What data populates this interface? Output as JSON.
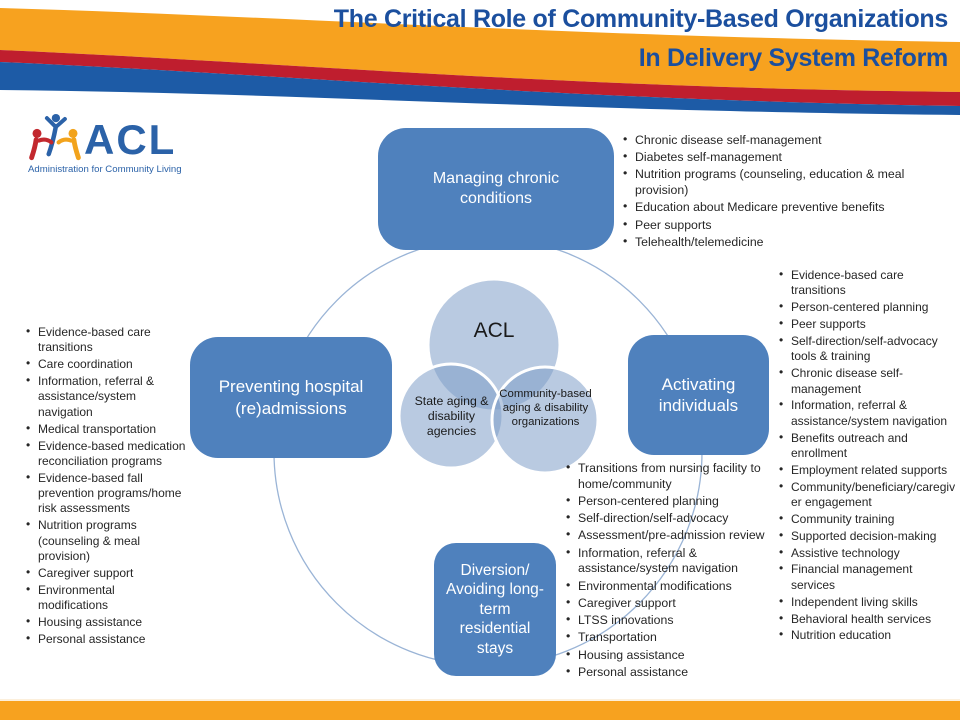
{
  "header": {
    "title_line1": "The Critical Role of Community-Based Organizations",
    "title_line2": "In Delivery System Reform"
  },
  "logo": {
    "acronym": "ACL",
    "tagline": "Administration for Community Living"
  },
  "venn": {
    "top_circle": "ACL",
    "left_circle": "State aging & disability agencies",
    "right_circle": "Community-based aging & disability organizations"
  },
  "boxes": {
    "top": "Managing chronic conditions",
    "left": "Preventing hospital (re)admissions",
    "right": "Activating individuals",
    "bottom": "Diversion/ Avoiding long-term residential stays"
  },
  "lists": {
    "managing": [
      "Chronic disease self-management",
      "Diabetes self-management",
      "Nutrition programs (counseling, education & meal provision)",
      "Education about Medicare preventive benefits",
      "Peer supports",
      "Telehealth/telemedicine"
    ],
    "activating": [
      "Evidence-based care transitions",
      "Person-centered planning",
      "Peer supports",
      "Self-direction/self-advocacy tools & training",
      "Chronic disease self-management",
      "Information, referral & assistance/system navigation",
      "Benefits outreach and enrollment",
      "Employment related supports",
      "Community/beneficiary/caregiver engagement",
      "Community training",
      "Supported decision-making",
      "Assistive technology",
      "Financial management services",
      "Independent living skills",
      "Behavioral health services",
      "Nutrition education"
    ],
    "preventing": [
      "Evidence-based care transitions",
      "Care coordination",
      "Information, referral & assistance/system navigation",
      "Medical transportation",
      "Evidence-based medication reconciliation programs",
      "Evidence-based fall prevention programs/home risk assessments",
      "Nutrition programs (counseling & meal provision)",
      "Caregiver support",
      "Environmental modifications",
      "Housing assistance",
      "Personal assistance"
    ],
    "diversion": [
      "Transitions from nursing facility to home/community",
      "Person-centered planning",
      "Self-direction/self-advocacy",
      "Assessment/pre-admission review",
      "Information, referral & assistance/system navigation",
      "Environmental modifications",
      "Caregiver support",
      "LTSS innovations",
      "Transportation",
      "Housing assistance",
      "Personal assistance"
    ]
  },
  "colors": {
    "title_blue": "#1b4f9e",
    "box_blue": "#4f81bd",
    "swoosh_orange": "#f7a21f",
    "swoosh_red": "#bf1e2e",
    "swoosh_blue": "#1d5ba6",
    "ring_stroke": "#9ab4d6",
    "venn_fill": "#7f9fc9",
    "footer_orange": "#f7a21f"
  }
}
